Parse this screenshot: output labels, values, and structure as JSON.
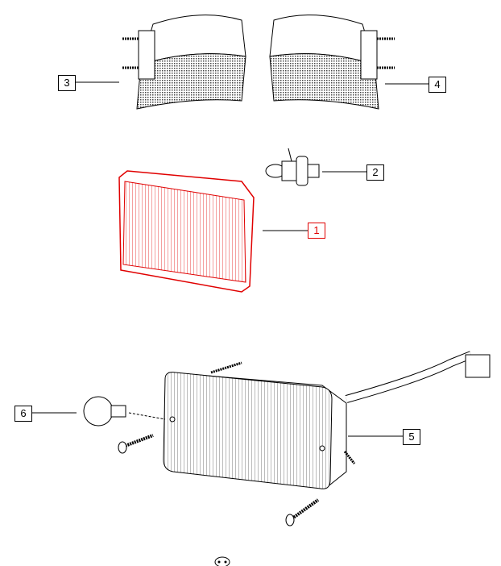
{
  "diagram": {
    "callouts": [
      {
        "number": "1",
        "part": "headlamp-lens-highlighted"
      },
      {
        "number": "2",
        "part": "headlamp-bulb"
      },
      {
        "number": "3",
        "part": "left-fog-lamp-cover"
      },
      {
        "number": "4",
        "part": "right-fog-lamp-cover"
      },
      {
        "number": "5",
        "part": "fog-lamp-assembly"
      },
      {
        "number": "6",
        "part": "fog-lamp-bulb"
      }
    ],
    "highlight_color": "#e00000"
  }
}
